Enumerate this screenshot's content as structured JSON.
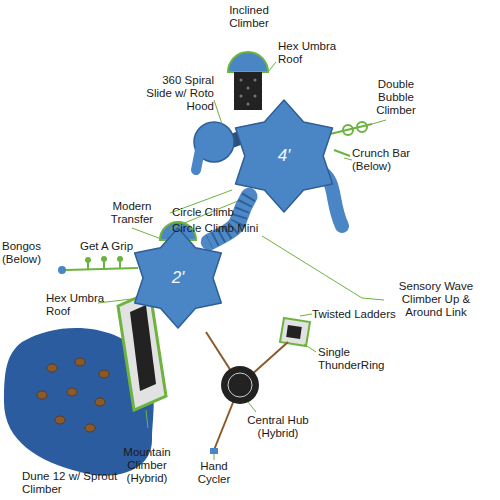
{
  "diagram": {
    "nodes": [
      {
        "text": [
          "4'"
        ]
      },
      {
        "text": [
          "2'"
        ]
      }
    ],
    "edges": [
      {
        "from": 0,
        "to": 1,
        "arrow": "none"
      }
    ],
    "labels": [
      "Inclined Climber",
      "Hex Umbra Roof",
      "360 Spiral Slide w/ Roto Hood",
      "Double Bubble Climber",
      "Crunch Bar (Below)",
      "Modern Transfer",
      "Circle Climb",
      "Circle Climb Mini",
      "Get A Grip",
      "Bongos (Below)",
      "Hex Umbra Roof",
      "Twisted Ladders",
      "Sensory Wave Climber Up & Around Link",
      "Single ThunderRing",
      "Central Hub (Hybrid)",
      "Hand Cycler",
      "Mountain Climber (Hybrid)",
      "Dune 12 w/ Sprout Climber"
    ]
  }
}
